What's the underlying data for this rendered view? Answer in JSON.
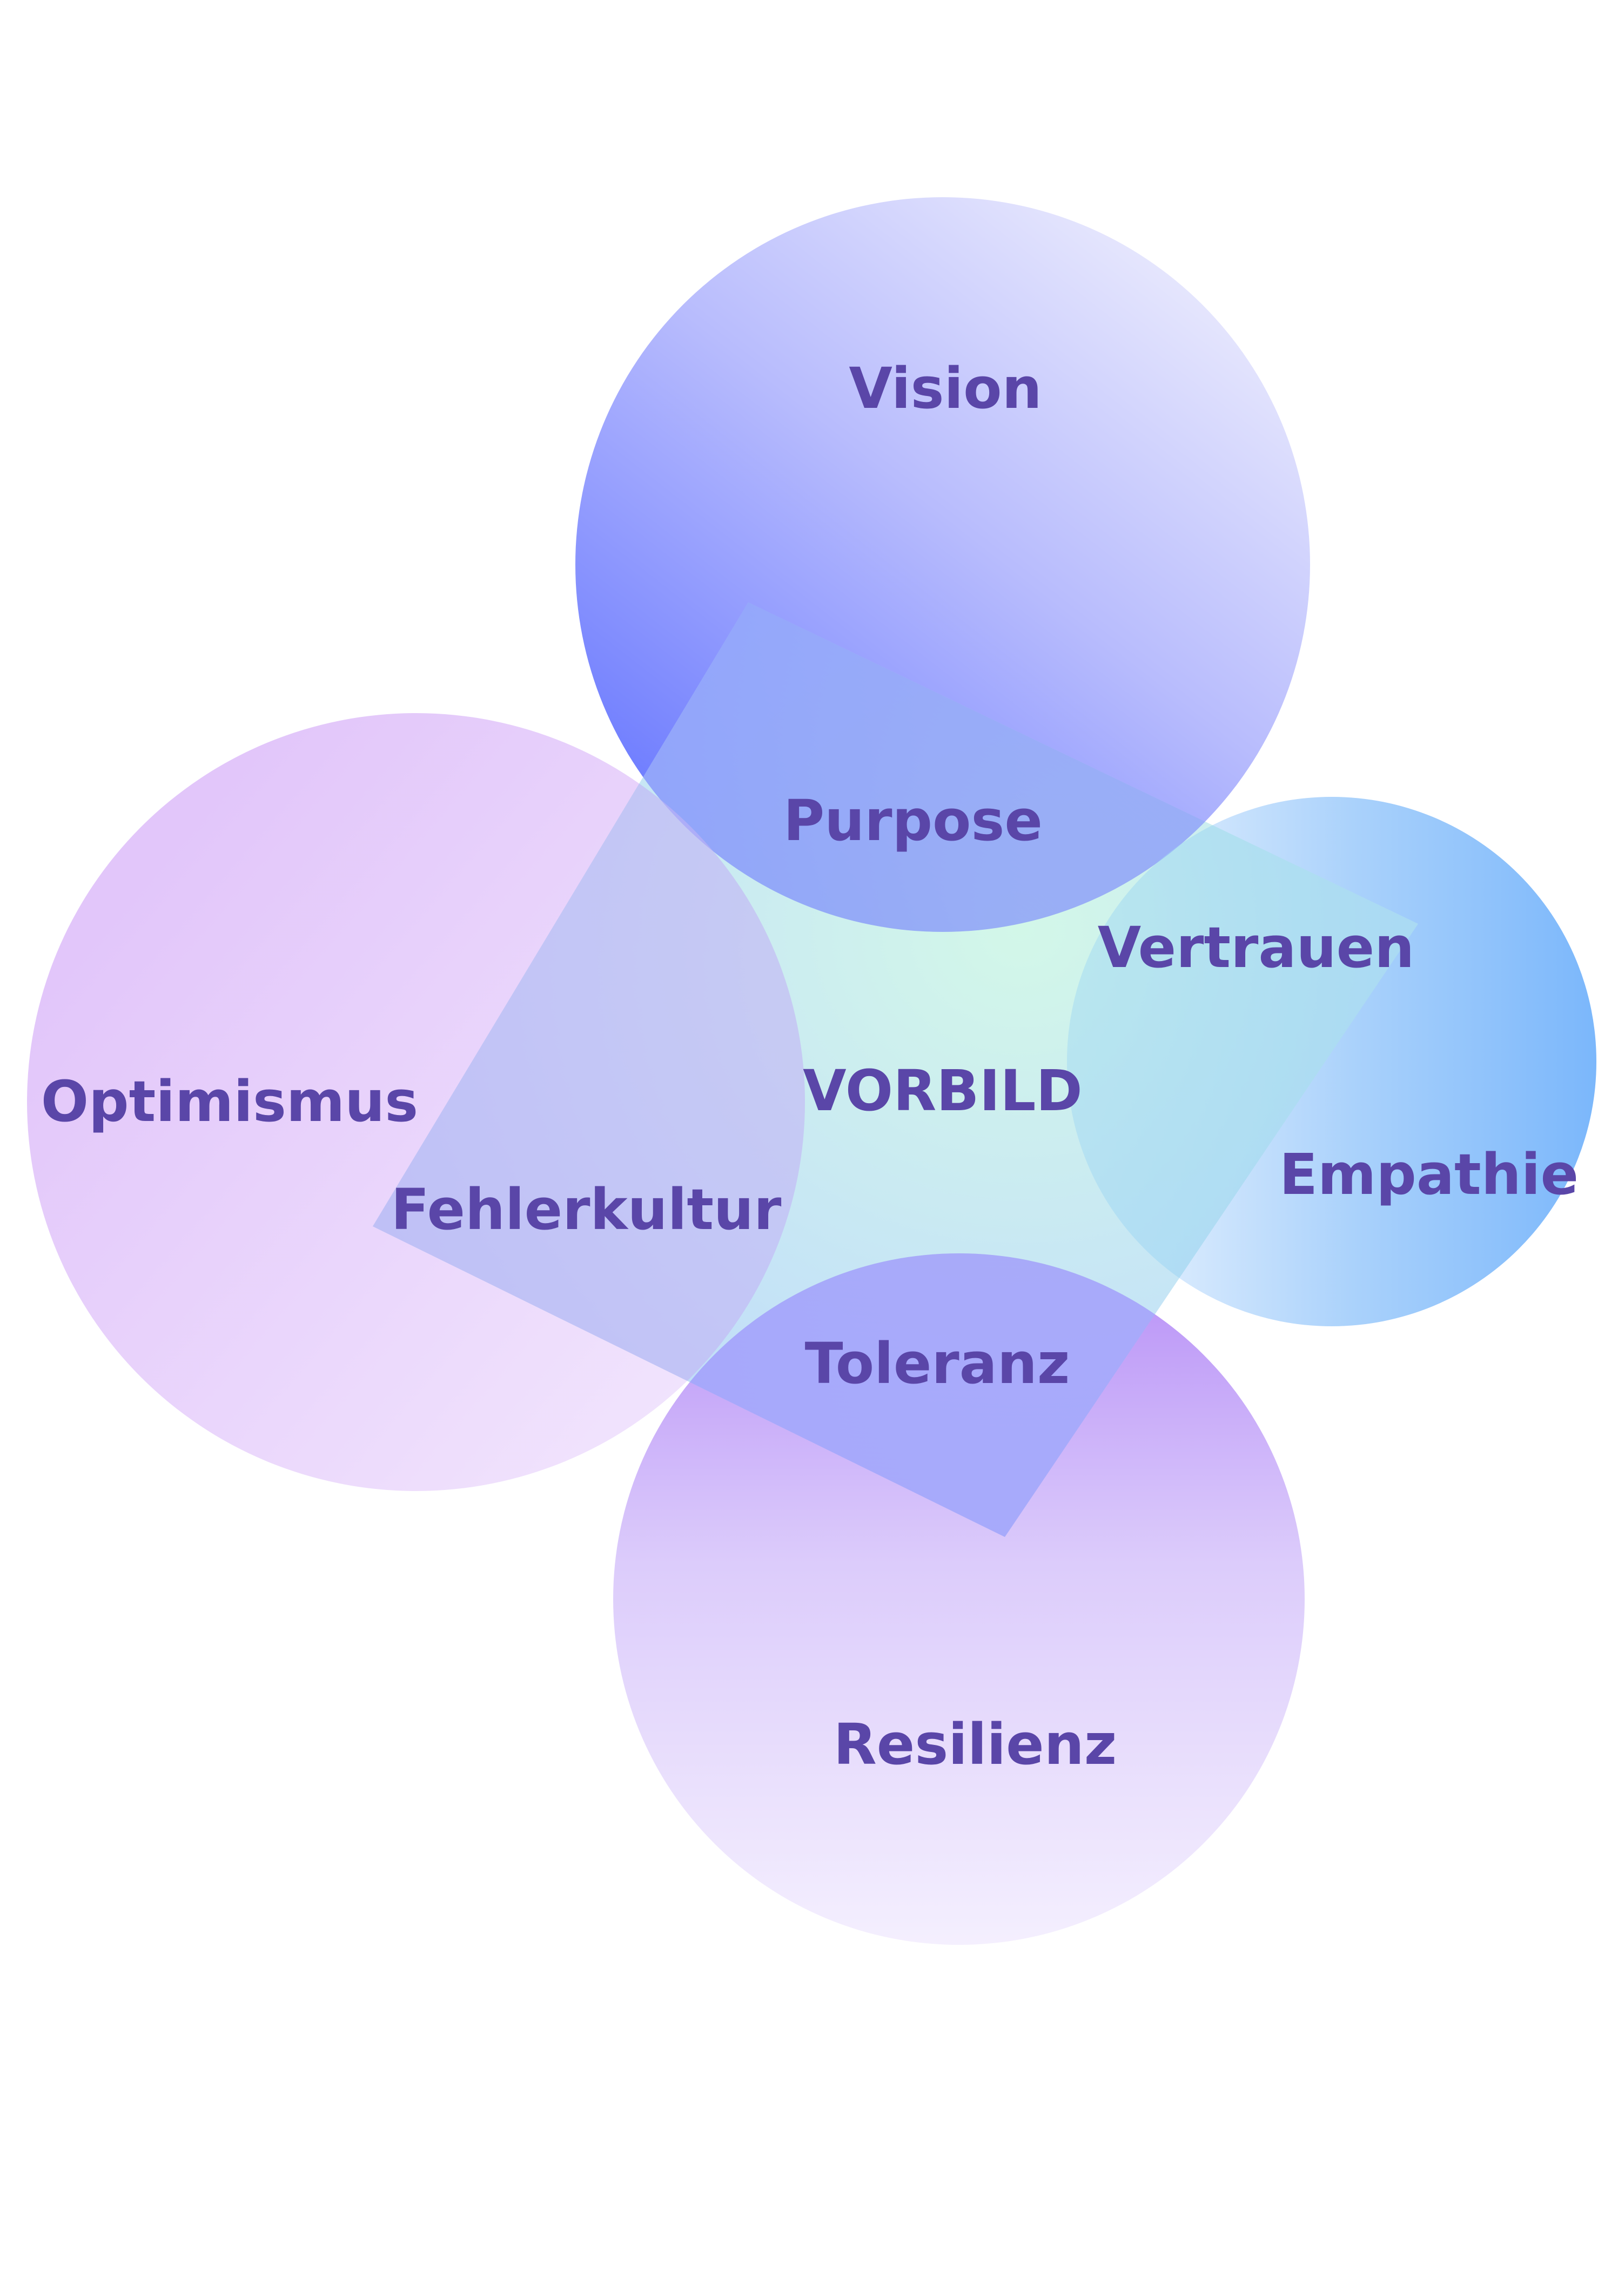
{
  "diagram": {
    "center_label": "VORBILD",
    "circles": {
      "top": "Vision",
      "right": "Empathie",
      "left": "Optimismus",
      "bottom": "Resilienz"
    },
    "overlaps": {
      "top_center": "Purpose",
      "right_center": "Vertrauen",
      "left_center": "Fehlerkultur",
      "bottom_center": "Toleranz"
    }
  },
  "colors": {
    "text": "#5a46a8",
    "top_circle": [
      "#e8e8fc",
      "#6b7cff"
    ],
    "right_circle": [
      "#eef6ff",
      "#7db9fb"
    ],
    "left_circle": [
      "#e3c8fa",
      "#f0e2fd"
    ],
    "bottom_circle": [
      "#c4a3f8",
      "#f2edfd"
    ],
    "center_square": [
      "#c8f2e6",
      "#a7cdf6"
    ]
  }
}
